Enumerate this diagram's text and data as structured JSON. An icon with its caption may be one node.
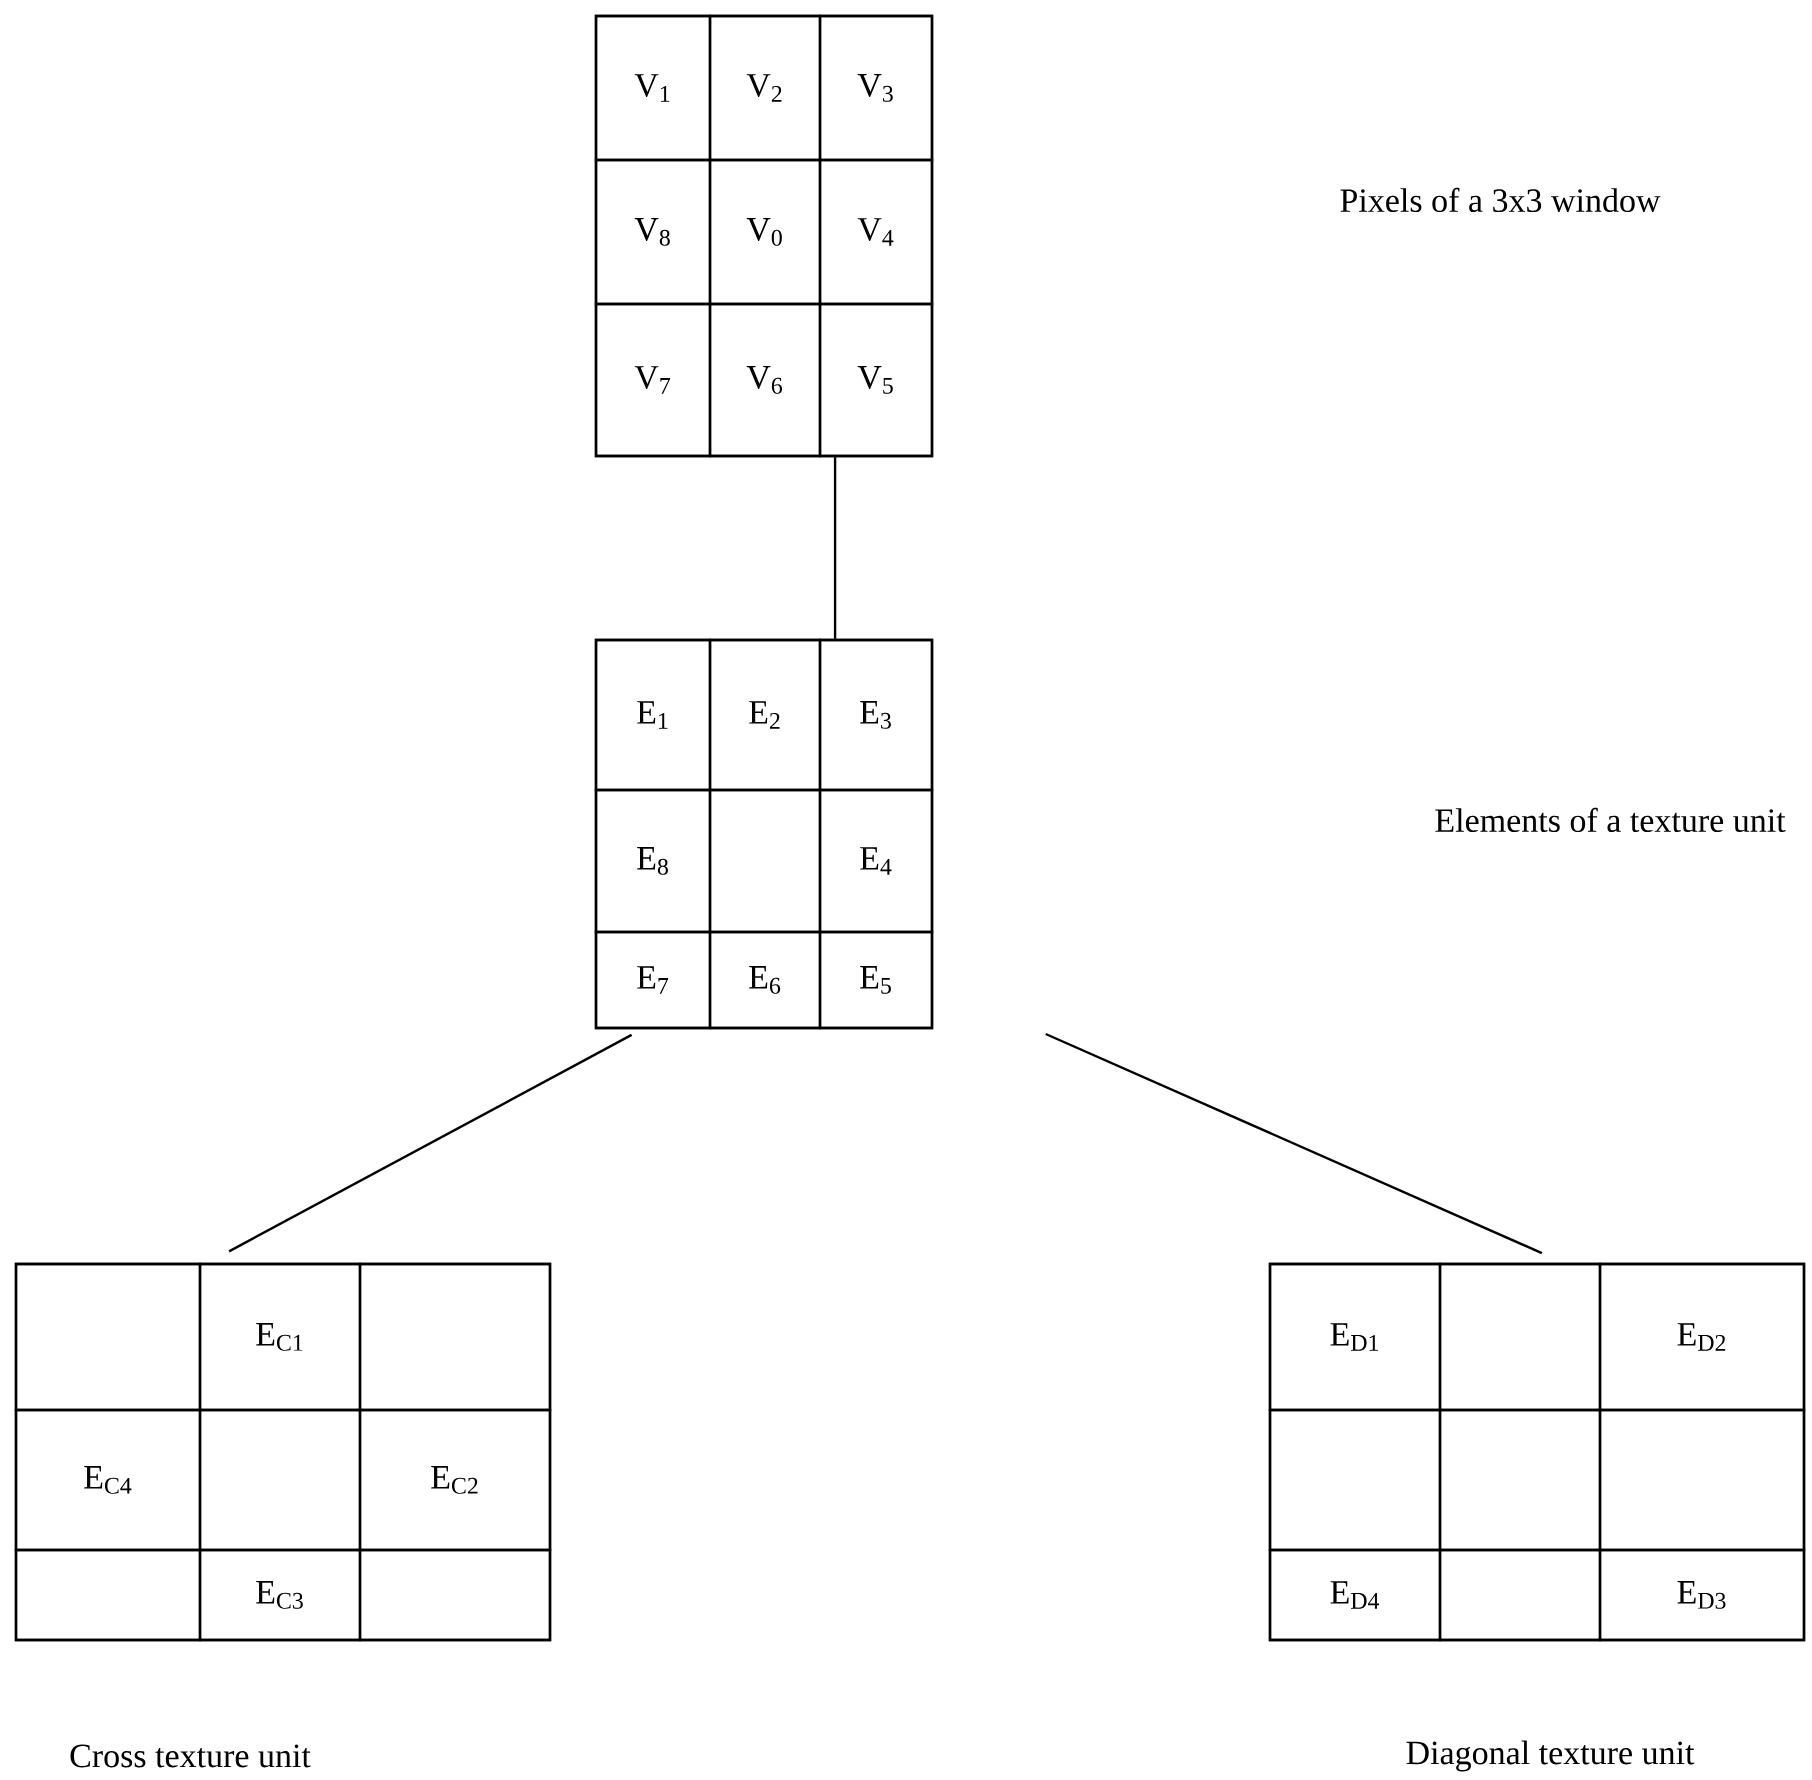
{
  "diagram": {
    "nodes": [
      {
        "text": [],
        "shape": "box"
      },
      {
        "text": [
          "V$_{1}$"
        ],
        "in": 0
      },
      {
        "text": [
          "V$_{2}$"
        ],
        "in": 0
      },
      {
        "text": [
          "V$_{3}$"
        ],
        "in": 0
      },
      {
        "text": [
          "V$_{8}$"
        ],
        "in": 0
      },
      {
        "text": [
          "V$_{0}$"
        ],
        "in": 0
      },
      {
        "text": [
          "V$_{4}$"
        ],
        "in": 0
      },
      {
        "text": [
          "V$_{7}$"
        ],
        "in": 0
      },
      {
        "text": [
          "V$_{6}$"
        ],
        "in": 0
      },
      {
        "text": [
          "V$_{5}$"
        ],
        "in": 0
      },
      {
        "text": [],
        "shape": "box"
      },
      {
        "text": [
          "E$_{1}$"
        ],
        "in": 10
      },
      {
        "text": [
          "E$_{2}$"
        ],
        "in": 10
      },
      {
        "text": [
          "E$_{3}$"
        ],
        "in": 10
      },
      {
        "text": [
          "E$_{8}$"
        ],
        "in": 10
      },
      {
        "text": [],
        "shape": "box",
        "in": 10
      },
      {
        "text": [
          "E$_{4}$"
        ],
        "in": 10
      },
      {
        "text": [
          "E$_{7}$"
        ],
        "in": 10
      },
      {
        "text": [
          "E$_{6}$"
        ],
        "in": 10
      },
      {
        "text": [
          "E$_{5}$"
        ],
        "in": 10
      },
      {
        "text": [],
        "shape": "box",
        "beside": [
          "Cross texture unit"
        ]
      },
      {
        "text": [],
        "shape": "box",
        "in": 20
      },
      {
        "text": [
          "E$_{C1}$"
        ],
        "in": 20
      },
      {
        "text": [],
        "shape": "box",
        "in": 20
      },
      {
        "text": [
          "E$_{C4}$"
        ],
        "in": 20
      },
      {
        "text": [],
        "shape": "box",
        "in": 20
      },
      {
        "text": [
          "E$_{C2}$"
        ],
        "in": 20
      },
      {
        "text": [],
        "shape": "box",
        "in": 20
      },
      {
        "text": [
          "E$_{C3}$"
        ],
        "in": 20
      },
      {
        "text": [],
        "shape": "box",
        "in": 20
      },
      {
        "text": [],
        "shape": "box",
        "beside": [
          "Diagonal texture unit"
        ]
      },
      {
        "text": [
          "E$_{D1}$"
        ],
        "in": 30
      },
      {
        "text": [],
        "shape": "box",
        "in": 30
      },
      {
        "text": [
          "E$_{D2}$"
        ],
        "in": 30
      },
      {
        "text": [],
        "shape": "box",
        "in": 30
      },
      {
        "text": [],
        "shape": "box",
        "in": 30
      },
      {
        "text": [],
        "shape": "box",
        "in": 30
      },
      {
        "text": [
          "E$_{D4}$"
        ],
        "in": 30
      },
      {
        "text": [],
        "shape": "box",
        "in": 30
      },
      {
        "text": [
          "E$_{D3}$"
        ],
        "in": 30
      }
    ],
    "edges": [
      {
        "from": 0,
        "to": 10,
        "arrow": "none"
      },
      {
        "from": 10,
        "to": 20,
        "arrow": "none"
      },
      {
        "from": 10,
        "to": 30,
        "arrow": "none"
      }
    ],
    "labels": [
      "Pixels of a 3x3 window",
      "Elements of a texture unit"
    ]
  }
}
